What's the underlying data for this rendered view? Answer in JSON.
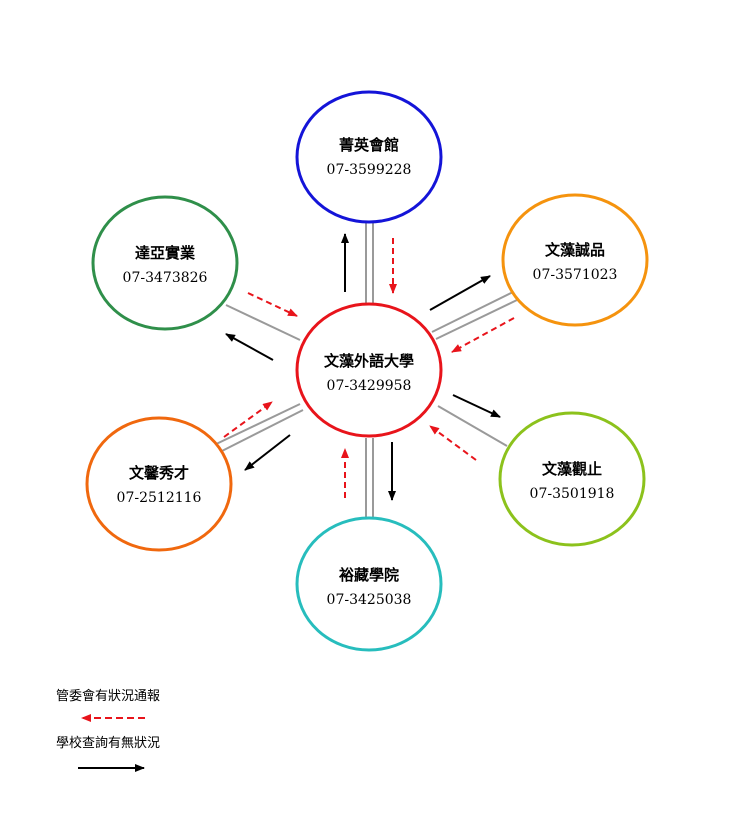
{
  "center": {
    "name": "文藻外語大學",
    "phone": "07-3429958",
    "color": "#e8141b"
  },
  "nodes": [
    {
      "id": "jingying",
      "name": "菁英會館",
      "phone": "07-3599228",
      "color": "#1414d8"
    },
    {
      "id": "chengpin",
      "name": "文藻誠品",
      "phone": "07-3571023",
      "color": "#f5930e"
    },
    {
      "id": "guanzhi",
      "name": "文藻觀止",
      "phone": "07-3501918",
      "color": "#8cc21c"
    },
    {
      "id": "yucang",
      "name": "裕藏學院",
      "phone": "07-3425038",
      "color": "#27bdbd"
    },
    {
      "id": "wenxin",
      "name": "文馨秀才",
      "phone": "07-2512116",
      "color": "#f0680e"
    },
    {
      "id": "daya",
      "name": "達亞實業",
      "phone": "07-3473826",
      "color": "#2f8f4a"
    }
  ],
  "legend": {
    "red_label": "管委會有狀況通報",
    "black_label": "學校查詢有無狀況",
    "red_color": "#e8141b",
    "black_color": "#000000"
  },
  "connector_color": "#9a9a9a"
}
